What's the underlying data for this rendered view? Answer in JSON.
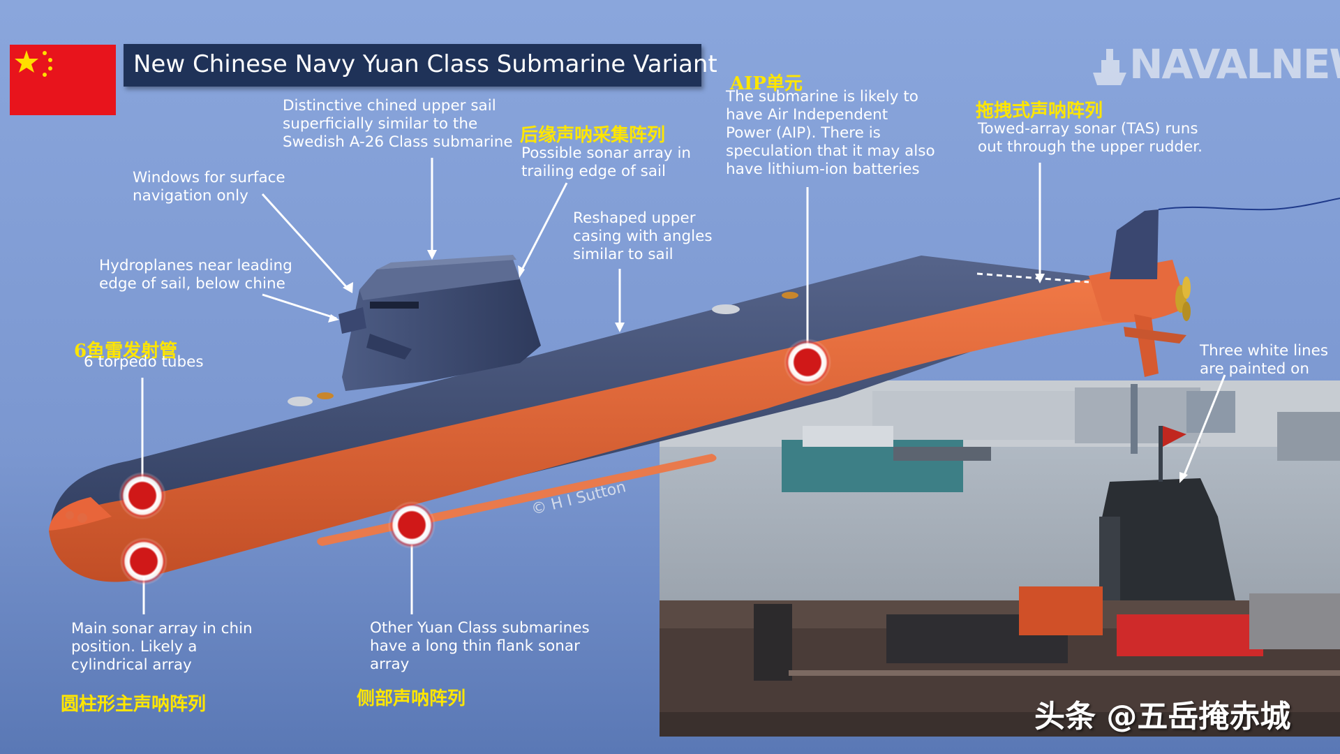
{
  "header": {
    "title": "New Chinese Navy Yuan Class Submarine Variant",
    "logo_text": "NAVALNEWS"
  },
  "colors": {
    "background_top": "#8aa6dc",
    "background_bottom": "#5a78b5",
    "hull_upper": "#3b4a6e",
    "hull_lower": "#e8653a",
    "title_box": "#1f3258",
    "chinese_text": "#ffe600",
    "marker": "#d01818",
    "flag_red": "#e8141c",
    "flag_star": "#ffde00"
  },
  "annotations": {
    "sail_shape": "Distinctive chined upper sail\nsuperficially similar to the\nSwedish A-26 Class submarine",
    "windows": "Windows for surface\nnavigation only",
    "hydroplanes": "Hydroplanes near leading\nedge of sail, below chine",
    "torpedo_cn": "6鱼雷发射管",
    "torpedo_en": "6 torpedo tubes",
    "sail_sonar_cn": "后缘声呐采集阵列",
    "sail_sonar_en": "Possible sonar array in\ntrailing edge of sail",
    "casing": "Reshaped upper\ncasing with angles\nsimilar to sail",
    "aip_cn": "AIP单元",
    "aip_en": "The submarine is likely to\nhave Air Independent\nPower (AIP). There is\nspeculation that it may also\nhave lithium-ion batteries",
    "tas_cn": "拖拽式声呐阵列",
    "tas_en": "Towed-array sonar (TAS) runs\nout through the upper rudder.",
    "white_lines": "Three white lines\nare painted on",
    "main_sonar_en": "Main sonar array in chin\nposition. Likely a\ncylindrical array",
    "main_sonar_cn": "圆柱形主声呐阵列",
    "flank_sonar_en": "Other Yuan Class submarines\nhave a long thin flank sonar\narray",
    "flank_sonar_cn": "侧部声呐阵列"
  },
  "credit": "© H I Sutton",
  "watermark": "头条 @五岳掩赤城"
}
